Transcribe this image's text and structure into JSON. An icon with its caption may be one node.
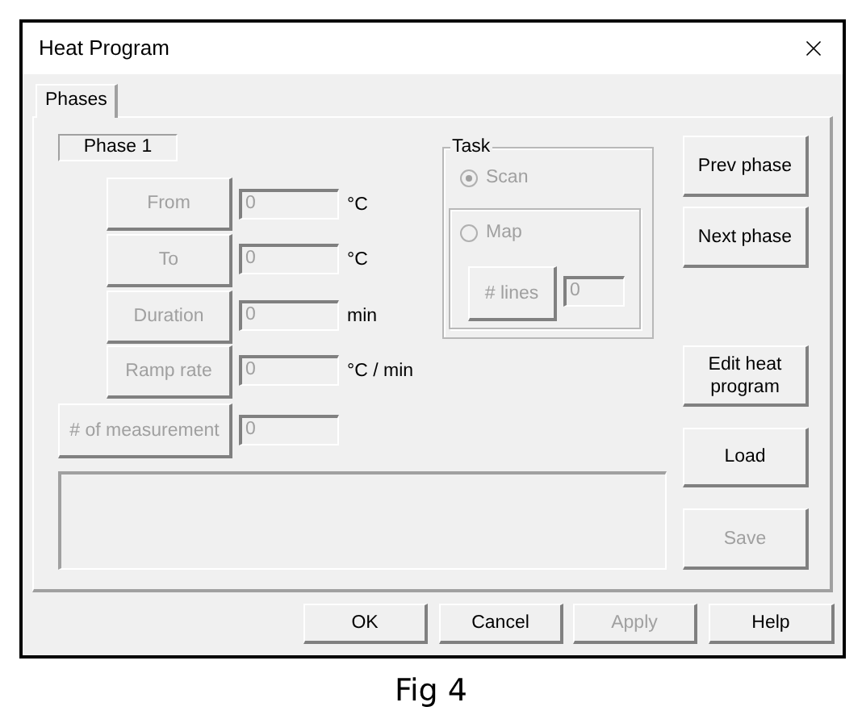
{
  "diagram": {
    "caption": "Fig 4",
    "nodes": [
      {
        "text": [
          "Heat Program"
        ]
      },
      {
        "text": [
          "Phases"
        ],
        "in": 0
      },
      {
        "text": [
          "Phase 1"
        ],
        "in": 1
      },
      {
        "text": [
          "From"
        ],
        "in": 1
      },
      {
        "text": [
          "0"
        ],
        "in": 1,
        "beside": [
          "°C"
        ]
      },
      {
        "text": [
          "To"
        ],
        "in": 1
      },
      {
        "text": [
          "0"
        ],
        "in": 1,
        "beside": [
          "°C"
        ]
      },
      {
        "text": [
          "Duration"
        ],
        "in": 1
      },
      {
        "text": [
          "0"
        ],
        "in": 1,
        "beside": [
          "min"
        ]
      },
      {
        "text": [
          "Ramp rate"
        ],
        "in": 1
      },
      {
        "text": [
          "0"
        ],
        "in": 1,
        "beside": [
          "°C / min"
        ]
      },
      {
        "text": [
          "# of measurement"
        ],
        "in": 1
      },
      {
        "text": [
          "0"
        ],
        "in": 1
      },
      {
        "text": [
          "Task"
        ],
        "in": 1
      },
      {
        "text": [
          "Map"
        ],
        "in": 13
      },
      {
        "text": [
          "# lines"
        ],
        "in": 14
      },
      {
        "text": [
          "0"
        ],
        "in": 14
      },
      {
        "text": [
          "Prev phase"
        ],
        "in": 1
      },
      {
        "text": [
          "Next phase"
        ],
        "in": 1
      },
      {
        "text": [
          "Edit heat program"
        ],
        "in": 1
      },
      {
        "text": [
          "Load"
        ],
        "in": 1
      },
      {
        "text": [],
        "shape": "box",
        "in": 1
      },
      {
        "text": [
          "Save"
        ],
        "in": 1
      },
      {
        "text": [
          "OK"
        ],
        "in": 0
      },
      {
        "text": [
          "Cancel"
        ],
        "in": 0
      },
      {
        "text": [
          "Apply"
        ],
        "in": 0
      },
      {
        "text": [
          "Help"
        ],
        "in": 0
      }
    ],
    "labels": [
      "Scan"
    ]
  }
}
